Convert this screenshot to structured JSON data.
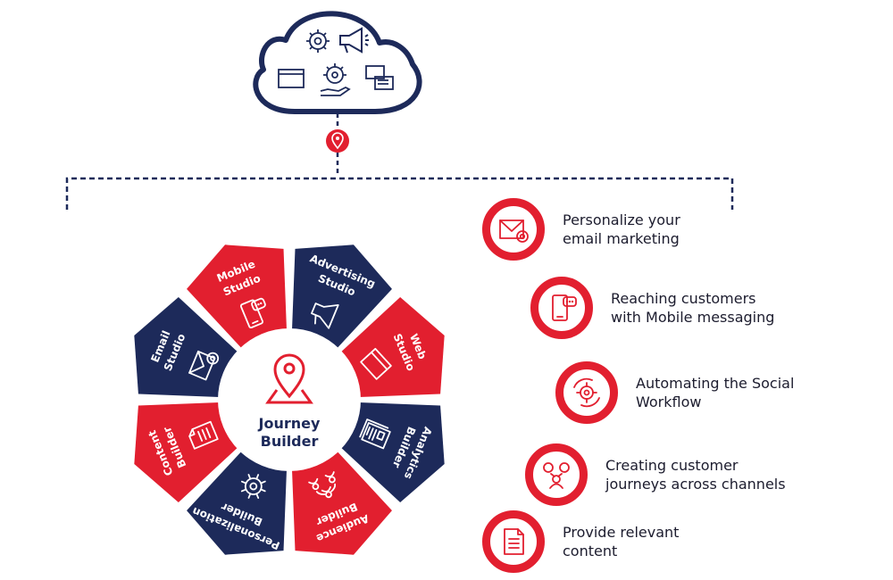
{
  "colors": {
    "navy": "#1d2a5a",
    "red": "#e21f2f",
    "white": "#ffffff"
  },
  "cloud": {
    "icons": [
      "gear-icon",
      "megaphone-icon",
      "browser-window-icon",
      "gear-hand-icon",
      "chat-icon"
    ],
    "pin_icon": "location-pin-icon"
  },
  "hub": {
    "icon": "location-pin-icon",
    "line1": "Journey",
    "line2": "Builder"
  },
  "segments": [
    {
      "line1": "Advertising",
      "line2": "Studio",
      "fill": "navy",
      "icon": "megaphone-icon"
    },
    {
      "line1": "Web",
      "line2": "Studio",
      "fill": "red",
      "icon": "browser-window-icon"
    },
    {
      "line1": "Analytics",
      "line2": "Builder",
      "fill": "navy",
      "icon": "report-icon"
    },
    {
      "line1": "Audience",
      "line2": "Builder",
      "fill": "red",
      "icon": "people-network-icon"
    },
    {
      "line1": "Personalization",
      "line2": "Builder",
      "fill": "navy",
      "icon": "gear-icon"
    },
    {
      "line1": "Content",
      "line2": "Builder",
      "fill": "red",
      "icon": "document-icon"
    },
    {
      "line1": "Email",
      "line2": "Studio",
      "fill": "navy",
      "icon": "email-icon"
    },
    {
      "line1": "Mobile",
      "line2": "Studio",
      "fill": "red",
      "icon": "mobile-chat-icon"
    }
  ],
  "benefits": [
    {
      "line1": "Personalize your",
      "line2": "email marketing",
      "icon": "email-icon"
    },
    {
      "line1": "Reaching customers",
      "line2": "with Mobile messaging",
      "icon": "mobile-chat-icon"
    },
    {
      "line1": "Automating the Social",
      "line2": "Workflow",
      "icon": "gear-cycle-icon"
    },
    {
      "line1": "Creating customer",
      "line2": "journeys across channels",
      "icon": "customer-journey-icon"
    },
    {
      "line1": "Provide relevant",
      "line2": "content",
      "icon": "document-icon"
    }
  ]
}
